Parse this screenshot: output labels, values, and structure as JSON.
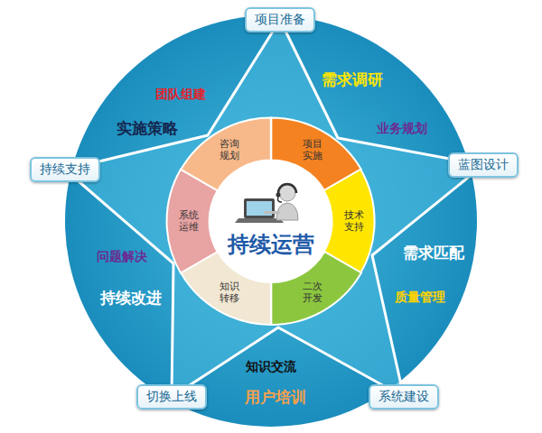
{
  "diagram": {
    "nodes": [
      {
        "text": [
          "项目准备"
        ]
      },
      {
        "text": [
          "蓝图设计"
        ]
      },
      {
        "text": [
          "系统建设"
        ]
      },
      {
        "text": [
          "切换上线"
        ]
      },
      {
        "text": [
          "持续支持"
        ]
      },
      {
        "text": [
          "持续运营"
        ]
      },
      {
        "text": [
          "项目 实施"
        ]
      },
      {
        "text": [
          "技术 支持"
        ]
      },
      {
        "text": [
          "二次 开发"
        ]
      },
      {
        "text": [
          "知识 转移"
        ]
      },
      {
        "text": [
          "系统 运维"
        ]
      },
      {
        "text": [
          "咨询 规划"
        ]
      }
    ],
    "labels": [
      "需求调研",
      "团队组建",
      "实施策略",
      "业务规划",
      "需求匹配",
      "问题解决",
      "持续改进",
      "质量管理",
      "知识交流",
      "用户培训"
    ]
  }
}
